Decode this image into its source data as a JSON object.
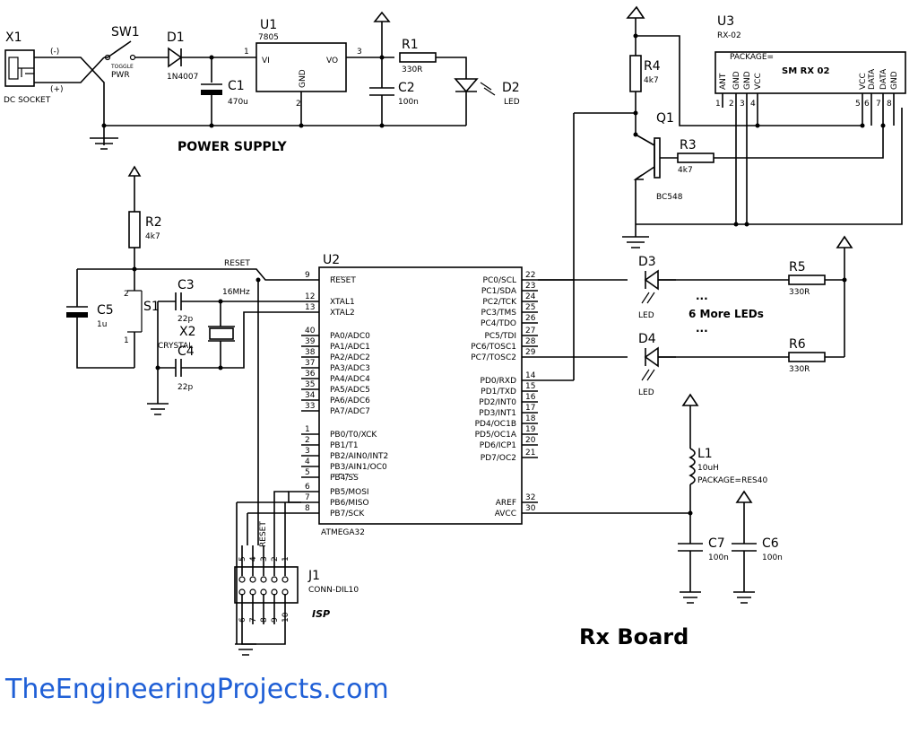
{
  "sections": {
    "power_supply": "POWER SUPPLY",
    "board": "Rx Board"
  },
  "watermark": "TheEngineeringProjects.com",
  "isp_label": "ISP",
  "more_leds_label": "6 More LEDs",
  "components": {
    "x1": {
      "ref": "X1",
      "value": "DC SOCKET",
      "neg": "(-)",
      "pos": "(+)"
    },
    "sw1": {
      "ref": "SW1",
      "value": "PWR",
      "note": "TOGGLE"
    },
    "d1": {
      "ref": "D1",
      "value": "1N4007"
    },
    "c1": {
      "ref": "C1",
      "value": "470u"
    },
    "u1": {
      "ref": "U1",
      "value": "7805",
      "pin_vi": "VI",
      "pin_vo": "VO",
      "pin_gnd": "GND",
      "n1": "1",
      "n2": "2",
      "n3": "3"
    },
    "r1": {
      "ref": "R1",
      "value": "330R"
    },
    "c2": {
      "ref": "C2",
      "value": "100n"
    },
    "d2": {
      "ref": "D2",
      "value": "LED"
    },
    "r4": {
      "ref": "R4",
      "value": "4k7"
    },
    "q1": {
      "ref": "Q1",
      "value": "BC548"
    },
    "r3": {
      "ref": "R3",
      "value": "4k7"
    },
    "u3": {
      "ref": "U3",
      "value": "RX-02",
      "package": "PACKAGE=",
      "name": "SM RX 02",
      "pins_left": [
        {
          "num": "1",
          "label": "ANT"
        },
        {
          "num": "2",
          "label": "GND"
        },
        {
          "num": "3",
          "label": "GND"
        },
        {
          "num": "4",
          "label": "VCC"
        }
      ],
      "pins_right": [
        {
          "num": "5",
          "label": "VCC"
        },
        {
          "num": "6",
          "label": "DATA"
        },
        {
          "num": "7",
          "label": "DATA"
        },
        {
          "num": "8",
          "label": "GND"
        }
      ]
    },
    "r2": {
      "ref": "R2",
      "value": "4k7"
    },
    "reset_net": "RESET",
    "c5": {
      "ref": "C5",
      "value": "1u"
    },
    "s1": {
      "ref": "S1",
      "p1": "1",
      "p2": "2"
    },
    "c3": {
      "ref": "C3",
      "value": "22p"
    },
    "x2": {
      "ref": "X2",
      "value": "CRYSTAL",
      "freq": "16MHz"
    },
    "c4": {
      "ref": "C4",
      "value": "22p"
    },
    "d3": {
      "ref": "D3",
      "value": "LED"
    },
    "r5": {
      "ref": "R5",
      "value": "330R"
    },
    "d4": {
      "ref": "D4",
      "value": "LED"
    },
    "r6": {
      "ref": "R6",
      "value": "330R"
    },
    "l1": {
      "ref": "L1",
      "value": "10uH",
      "package": "PACKAGE=RES40"
    },
    "c7": {
      "ref": "C7",
      "value": "100n"
    },
    "c6": {
      "ref": "C6",
      "value": "100n"
    },
    "j1": {
      "ref": "J1",
      "value": "CONN-DIL10",
      "top_pins": [
        "5",
        "4",
        "3",
        "2",
        "1"
      ],
      "bottom_pins": [
        "6",
        "7",
        "8",
        "9",
        "10"
      ],
      "reset": "RESET"
    },
    "u2": {
      "ref": "U2",
      "value": "ATMEGA32",
      "left_pins": [
        {
          "num": "9",
          "label": "RESET"
        },
        {
          "num": "12",
          "label": "XTAL1"
        },
        {
          "num": "13",
          "label": "XTAL2"
        },
        {
          "num": "40",
          "label": "PA0/ADC0"
        },
        {
          "num": "39",
          "label": "PA1/ADC1"
        },
        {
          "num": "38",
          "label": "PA2/ADC2"
        },
        {
          "num": "37",
          "label": "PA3/ADC3"
        },
        {
          "num": "36",
          "label": "PA4/ADC4"
        },
        {
          "num": "35",
          "label": "PA5/ADC5"
        },
        {
          "num": "34",
          "label": "PA6/ADC6"
        },
        {
          "num": "33",
          "label": "PA7/ADC7"
        },
        {
          "num": "1",
          "label": "PB0/T0/XCK"
        },
        {
          "num": "2",
          "label": "PB1/T1"
        },
        {
          "num": "3",
          "label": "PB2/AIN0/INT2"
        },
        {
          "num": "4",
          "label": "PB3/AIN1/OC0"
        },
        {
          "num": "5",
          "label": "PB4/SS"
        },
        {
          "num": "6",
          "label": "PB5/MOSI"
        },
        {
          "num": "7",
          "label": "PB6/MISO"
        },
        {
          "num": "8",
          "label": "PB7/SCK"
        }
      ],
      "right_pins": [
        {
          "num": "22",
          "label": "PC0/SCL"
        },
        {
          "num": "23",
          "label": "PC1/SDA"
        },
        {
          "num": "24",
          "label": "PC2/TCK"
        },
        {
          "num": "25",
          "label": "PC3/TMS"
        },
        {
          "num": "26",
          "label": "PC4/TDO"
        },
        {
          "num": "27",
          "label": "PC5/TDI"
        },
        {
          "num": "28",
          "label": "PC6/TOSC1"
        },
        {
          "num": "29",
          "label": "PC7/TOSC2"
        },
        {
          "num": "14",
          "label": "PD0/RXD"
        },
        {
          "num": "15",
          "label": "PD1/TXD"
        },
        {
          "num": "16",
          "label": "PD2/INT0"
        },
        {
          "num": "17",
          "label": "PD3/INT1"
        },
        {
          "num": "18",
          "label": "PD4/OC1B"
        },
        {
          "num": "19",
          "label": "PD5/OC1A"
        },
        {
          "num": "20",
          "label": "PD6/ICP1"
        },
        {
          "num": "21",
          "label": "PD7/OC2"
        },
        {
          "num": "32",
          "label": "AREF"
        },
        {
          "num": "30",
          "label": "AVCC"
        }
      ]
    }
  }
}
